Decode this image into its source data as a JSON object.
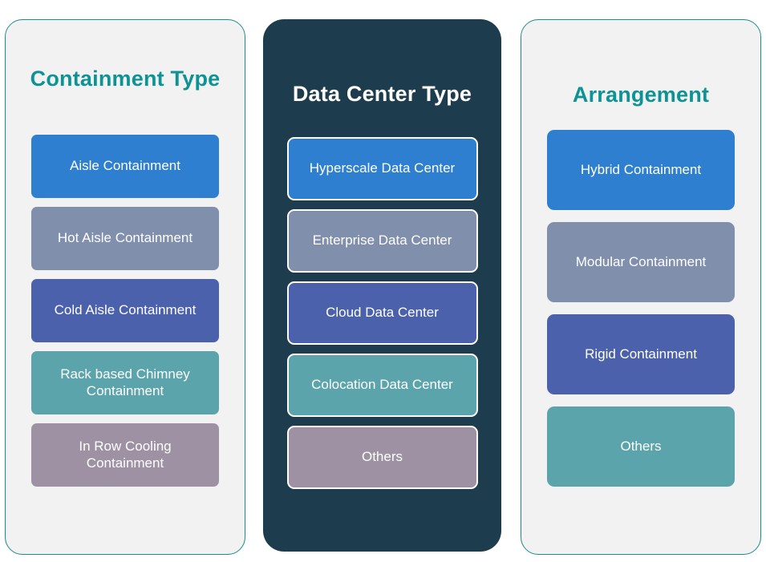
{
  "palette": {
    "panel_bg_light": "#F2F2F2",
    "panel_bg_dark": "#1D3C4D",
    "panel_border_teal": "#1A8C8C",
    "title_teal": "#0D9396",
    "title_white": "#FFFFFF",
    "chip_blue": "#2E7FCF",
    "chip_gray": "#808FAC",
    "chip_indigo": "#4B61AC",
    "chip_teal": "#5CA4AB",
    "chip_mauve": "#9E91A4"
  },
  "columns": [
    {
      "id": "containment-type",
      "title": "Containment Type",
      "style": "light",
      "items": [
        {
          "label": "Aisle Containment",
          "color": "#2E7FCF"
        },
        {
          "label": "Hot Aisle Containment",
          "color": "#808FAC"
        },
        {
          "label": "Cold Aisle Containment",
          "color": "#4B61AC"
        },
        {
          "label": "Rack based Chimney Containment",
          "color": "#5CA4AB"
        },
        {
          "label": "In Row Cooling Containment",
          "color": "#9E91A4"
        }
      ]
    },
    {
      "id": "data-center-type",
      "title": "Data Center Type",
      "style": "dark",
      "items": [
        {
          "label": "Hyperscale Data Center",
          "color": "#2E7FCF"
        },
        {
          "label": "Enterprise Data Center",
          "color": "#808FAC"
        },
        {
          "label": "Cloud Data Center",
          "color": "#4B61AC"
        },
        {
          "label": "Colocation Data Center",
          "color": "#5CA4AB"
        },
        {
          "label": "Others",
          "color": "#9E91A4"
        }
      ]
    },
    {
      "id": "arrangement",
      "title": "Arrangement",
      "style": "light",
      "items": [
        {
          "label": "Hybrid Containment",
          "color": "#2E7FCF"
        },
        {
          "label": "Modular Containment",
          "color": "#808FAC"
        },
        {
          "label": "Rigid Containment",
          "color": "#4B61AC"
        },
        {
          "label": "Others",
          "color": "#5CA4AB"
        }
      ]
    }
  ]
}
